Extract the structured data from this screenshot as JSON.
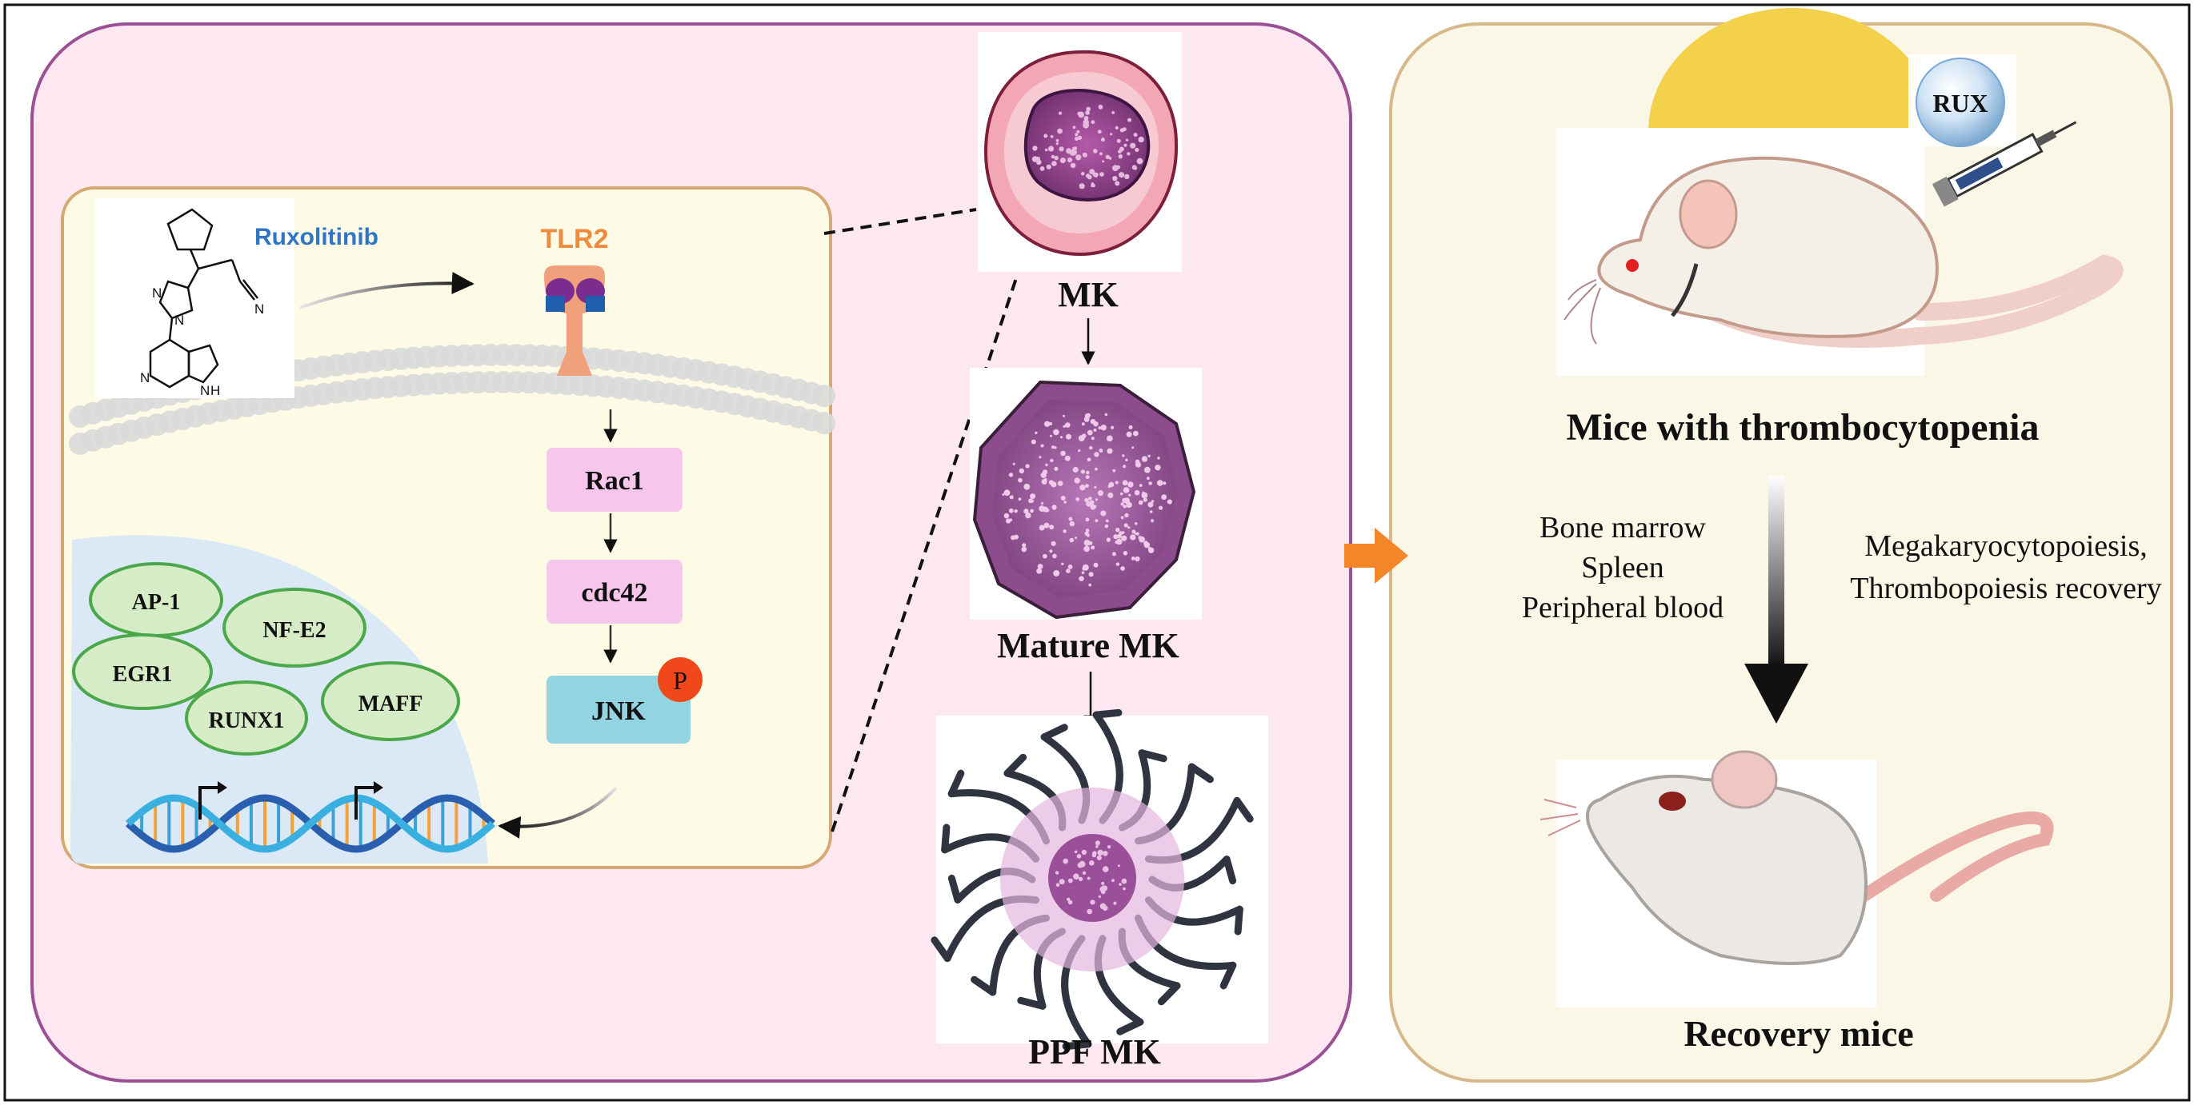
{
  "colors": {
    "left_panel_fill": "#fde8f1",
    "left_panel_stroke": "#9b4f94",
    "right_panel_fill": "#fbf7e6",
    "right_panel_stroke": "#d6b88a",
    "inner_box_fill": "#fdfbe6",
    "inner_box_stroke": "#d6a874",
    "nucleus_fill": "#dbe9f7",
    "tf_fill": "#d5ecc6",
    "tf_stroke": "#4aa84a",
    "pathway_fill": "#f6c7ea",
    "jnk_fill": "#93d4e3",
    "phospho_fill": "#f1481b",
    "tlr2_color": "#f0a07a",
    "ruxolitinib_color": "#2e75c6",
    "tlr2_label_color": "#f08a3c",
    "orange_arrow": "#f4862a",
    "cell_purple": "#7c3d7a"
  },
  "drug": {
    "name": "Ruxolitinib",
    "structure_atoms": [
      "N",
      "N",
      "N",
      "N",
      "N",
      "H"
    ]
  },
  "receptor": {
    "name": "TLR2"
  },
  "pathway": {
    "steps": [
      "Rac1",
      "cdc42",
      "JNK"
    ],
    "phospho_mark": "P"
  },
  "transcription_factors": [
    "AP-1",
    "NF-E2",
    "EGR1",
    "RUNX1",
    "MAFF"
  ],
  "cells": {
    "mk": "MK",
    "mature_mk": "Mature MK",
    "ppf_mk": "PPF MK"
  },
  "mice": {
    "injection_label": "RUX",
    "diseased_title": "Mice with thrombocytopenia",
    "tissues": [
      "Bone marrow",
      "Spleen",
      "Peripheral blood"
    ],
    "outcomes": [
      "Megakaryocytopoiesis,",
      "Thrombopoiesis recovery"
    ],
    "recovered_title": "Recovery mice"
  }
}
